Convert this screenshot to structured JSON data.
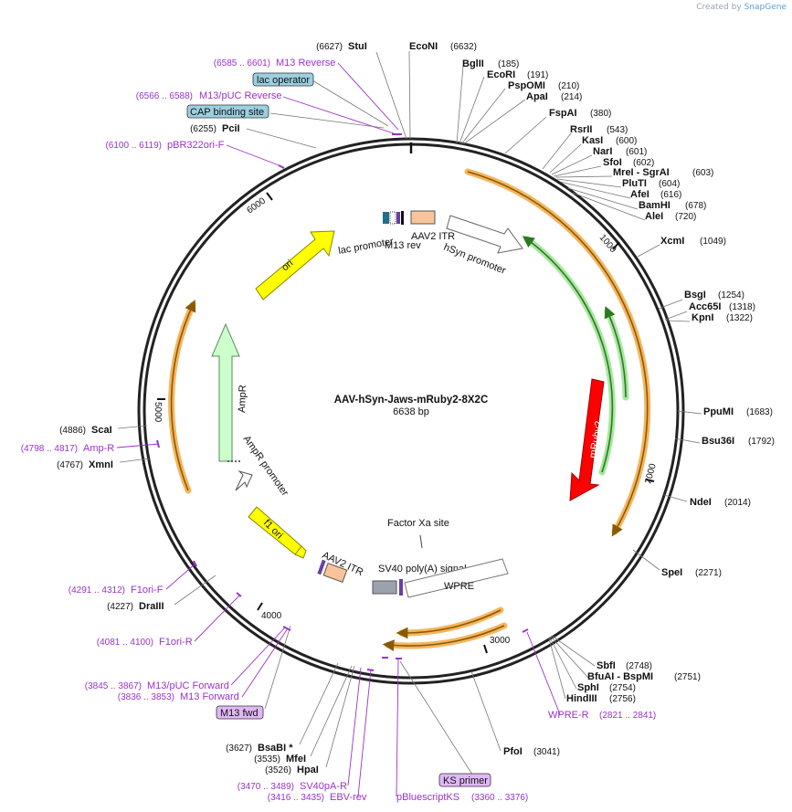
{
  "credit": {
    "prefix": "Created by",
    "brand": "SnapGene"
  },
  "plasmid": {
    "name": "AAV-hSyn-Jaws-mRuby2-8X2C",
    "length": "6638 bp"
  },
  "ticks": [
    "1000",
    "2000",
    "3000",
    "4000",
    "5000",
    "6000"
  ],
  "enzymes": [
    {
      "name": "StuI",
      "pos": "(6627)"
    },
    {
      "name": "EcoNI",
      "pos": "(6632)"
    },
    {
      "name": "BglII",
      "pos": "(185)"
    },
    {
      "name": "EcoRI",
      "pos": "(191)"
    },
    {
      "name": "PspOMI",
      "pos": "(210)"
    },
    {
      "name": "ApaI",
      "pos": "(214)"
    },
    {
      "name": "FspAI",
      "pos": "(380)"
    },
    {
      "name": "RsrII",
      "pos": "(543)"
    },
    {
      "name": "KasI",
      "pos": "(600)"
    },
    {
      "name": "NarI",
      "pos": "(601)"
    },
    {
      "name": "SfoI",
      "pos": "(602)"
    },
    {
      "name": "MreI - SgrAI",
      "pos": "(603)"
    },
    {
      "name": "PluTI",
      "pos": "(604)"
    },
    {
      "name": "AfeI",
      "pos": "(616)"
    },
    {
      "name": "BamHI",
      "pos": "(678)"
    },
    {
      "name": "AleI",
      "pos": "(720)"
    },
    {
      "name": "XcmI",
      "pos": "(1049)"
    },
    {
      "name": "BsgI",
      "pos": "(1254)"
    },
    {
      "name": "Acc65I",
      "pos": "(1318)"
    },
    {
      "name": "KpnI",
      "pos": "(1322)"
    },
    {
      "name": "PpuMI",
      "pos": "(1683)"
    },
    {
      "name": "Bsu36I",
      "pos": "(1792)"
    },
    {
      "name": "NdeI",
      "pos": "(2014)"
    },
    {
      "name": "SpeI",
      "pos": "(2271)"
    },
    {
      "name": "SbfI",
      "pos": "(2748)"
    },
    {
      "name": "BfuAI - BspMI",
      "pos": "(2751)"
    },
    {
      "name": "SphI",
      "pos": "(2754)"
    },
    {
      "name": "HindIII",
      "pos": "(2756)"
    },
    {
      "name": "PfoI",
      "pos": "(3041)"
    },
    {
      "name": "PciI",
      "pos": "(6255)"
    },
    {
      "name": "ScaI",
      "pos": "(4886)"
    },
    {
      "name": "XmnI",
      "pos": "(4767)"
    },
    {
      "name": "DraIII",
      "pos": "(4227)"
    },
    {
      "name": "BsaBI *",
      "pos": "(3627)"
    },
    {
      "name": "MfeI",
      "pos": "(3535)"
    },
    {
      "name": "HpaI",
      "pos": "(3526)"
    }
  ],
  "primers": [
    {
      "name": "M13 Reverse",
      "pos": "(6585 .. 6601)"
    },
    {
      "name": "M13/pUC Reverse",
      "pos": "(6566 .. 6588)"
    },
    {
      "name": "pBR322ori-F",
      "pos": "(6100 .. 6119)"
    },
    {
      "name": "Amp-R",
      "pos": "(4798 .. 4817)"
    },
    {
      "name": "F1ori-F",
      "pos": "(4291 .. 4312)"
    },
    {
      "name": "F1ori-R",
      "pos": "(4081 .. 4100)"
    },
    {
      "name": "M13/pUC Forward",
      "pos": "(3845 .. 3867)"
    },
    {
      "name": "M13 Forward",
      "pos": "(3836 .. 3853)"
    },
    {
      "name": "SV40pA-R",
      "pos": "(3470 .. 3489)"
    },
    {
      "name": "EBV-rev",
      "pos": "(3416 .. 3435)"
    },
    {
      "name": "pBluescriptKS",
      "pos": "(3360 .. 3376)"
    },
    {
      "name": "WPRE-R",
      "pos": "(2821 .. 2841)"
    }
  ],
  "boxed": {
    "lac_operator": "lac operator",
    "cap_site": "CAP binding site",
    "m13_fwd": "M13 fwd",
    "ks_primer": "KS primer"
  },
  "features": {
    "lac_promoter": "lac promoter",
    "m13_rev": "M13 rev",
    "aav2_itr_top": "AAV2 ITR",
    "hsyn_promoter": "hSyn promoter",
    "ori": "ori",
    "ampr": "AmpR",
    "ampr_promoter": "AmpR promoter",
    "f1_ori": "f1 ori",
    "aav2_itr_bottom": "AAV2 ITR",
    "factor_xa": "Factor Xa site",
    "sv40_polya": "SV40 poly(A) signal",
    "wpre": "WPRE",
    "mruby2": "mRuby2"
  },
  "colors": {
    "orange_band": "#f5b560",
    "green_band": "#a8e6a0",
    "yellow": "#ffff00",
    "red": "#ff0000",
    "ampr_fill": "#ccffcc",
    "peach": "#f9c49a",
    "primer_purple": "#9a33c9",
    "boxed_teal": "#9ccfe0",
    "boxed_violet": "#e0b8f5"
  }
}
